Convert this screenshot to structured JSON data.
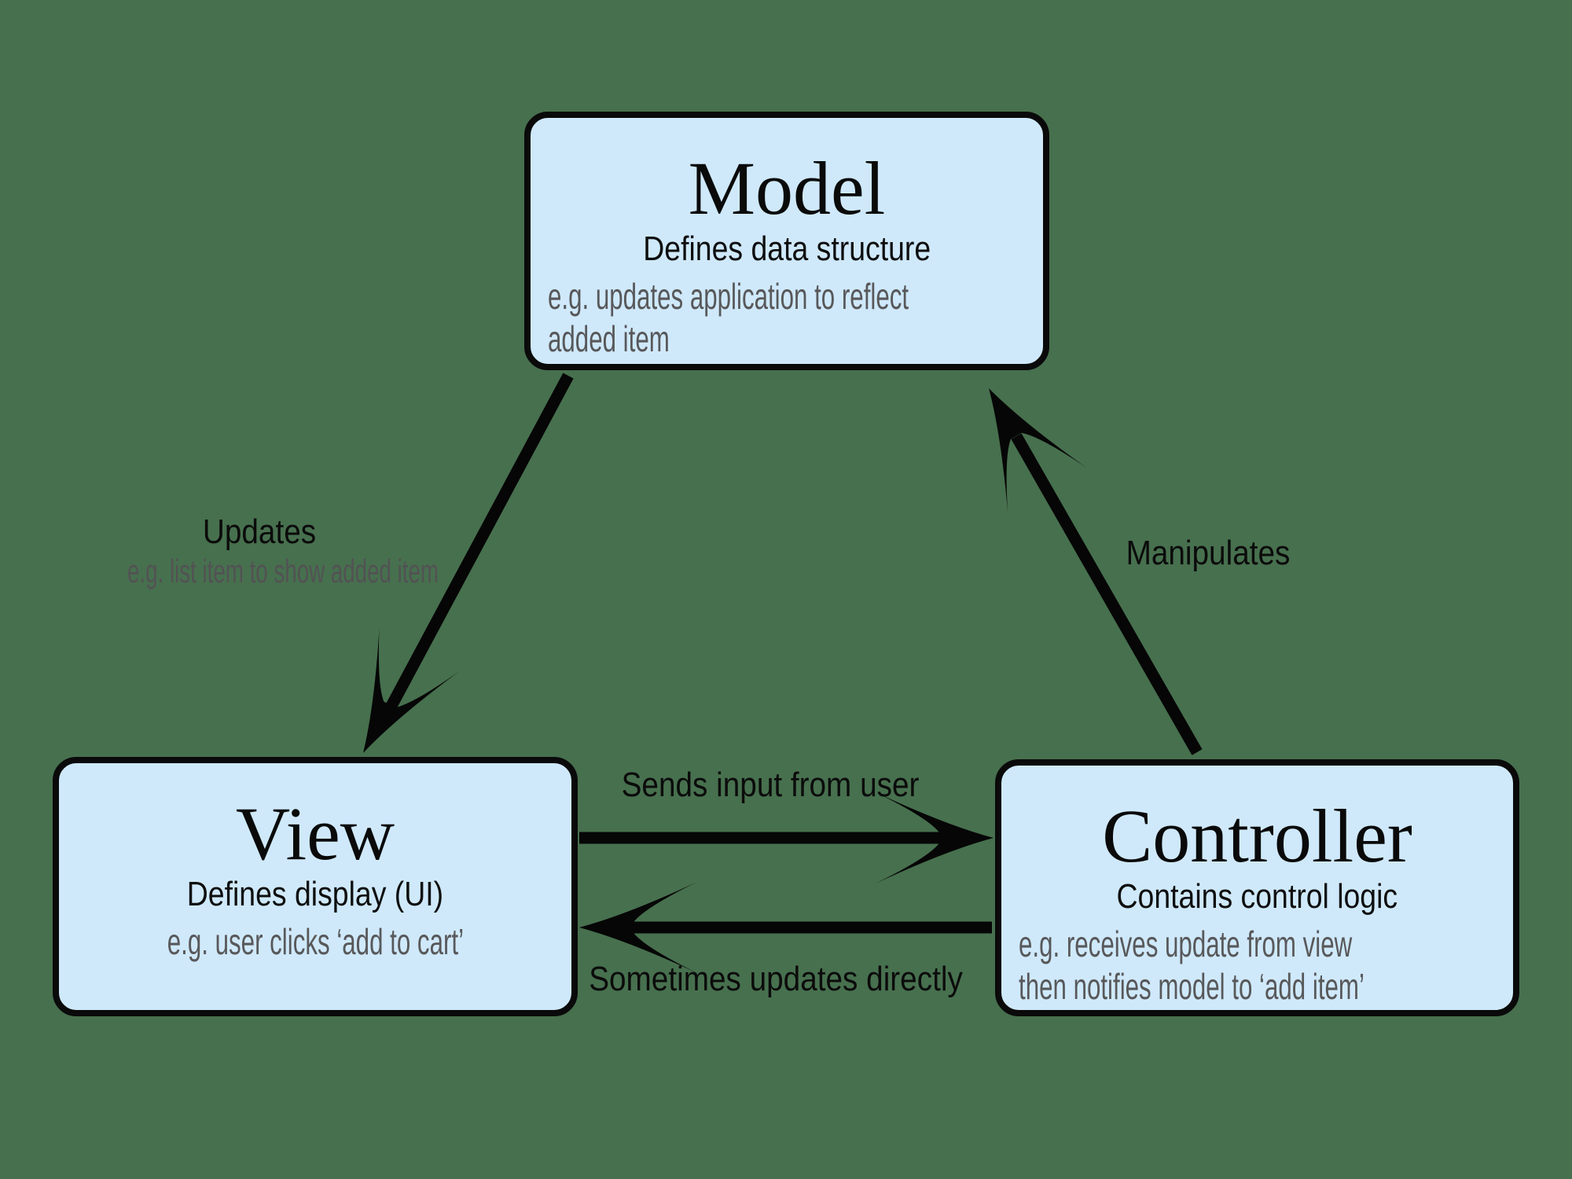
{
  "colors": {
    "background": "#47704E",
    "node_fill": "#CFE9FB",
    "node_border": "#0A0A0A",
    "arrow": "#060606",
    "text_primary": "#0A0A0A",
    "text_secondary": "#58585A"
  },
  "nodes": {
    "model": {
      "title": "Model",
      "subtitle": "Defines data structure",
      "example_lines": [
        "e.g. updates application to reflect",
        "added item"
      ]
    },
    "view": {
      "title": "View",
      "subtitle": "Defines display (UI)",
      "example_lines": [
        "e.g. user clicks ‘add to cart’"
      ]
    },
    "controller": {
      "title": "Controller",
      "subtitle": "Contains control logic",
      "example_lines": [
        "e.g. receives update from view",
        "then notifies model to ‘add item’"
      ]
    }
  },
  "edges": {
    "model_to_view": {
      "label": "Updates",
      "sublabel": "e.g. list item to show added item"
    },
    "controller_to_model": {
      "label": "Manipulates"
    },
    "view_to_controller": {
      "label": "Sends input from user"
    },
    "controller_to_view": {
      "label": "Sometimes updates directly"
    }
  }
}
